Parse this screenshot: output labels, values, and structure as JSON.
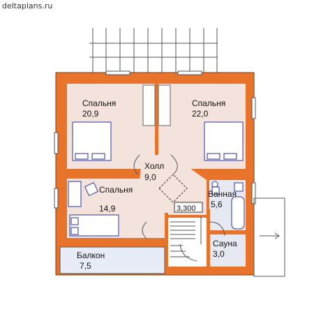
{
  "watermark": "deltaplans.ru",
  "rooms": {
    "bedroom1": {
      "name": "Спальня",
      "area": "20,9"
    },
    "bedroom2": {
      "name": "Спальня",
      "area": "22,0"
    },
    "bedroom3": {
      "name": "Спальня",
      "area": "14,9"
    },
    "hall": {
      "name": "Холл",
      "area": "9,0"
    },
    "bathroom": {
      "name": "Ванная",
      "area": "5,6"
    },
    "sauna": {
      "name": "Сауна",
      "area": "3,0"
    },
    "balcony": {
      "name": "Балкон",
      "area": "7,5"
    }
  },
  "level_mark": "3,300",
  "colors": {
    "wall": "#e8732a",
    "room_fill": "#f4e3dc",
    "wet_fill": "#e6e8f2",
    "balcony_fill": "#e7ecf6",
    "furniture": "#5a5fb0"
  }
}
